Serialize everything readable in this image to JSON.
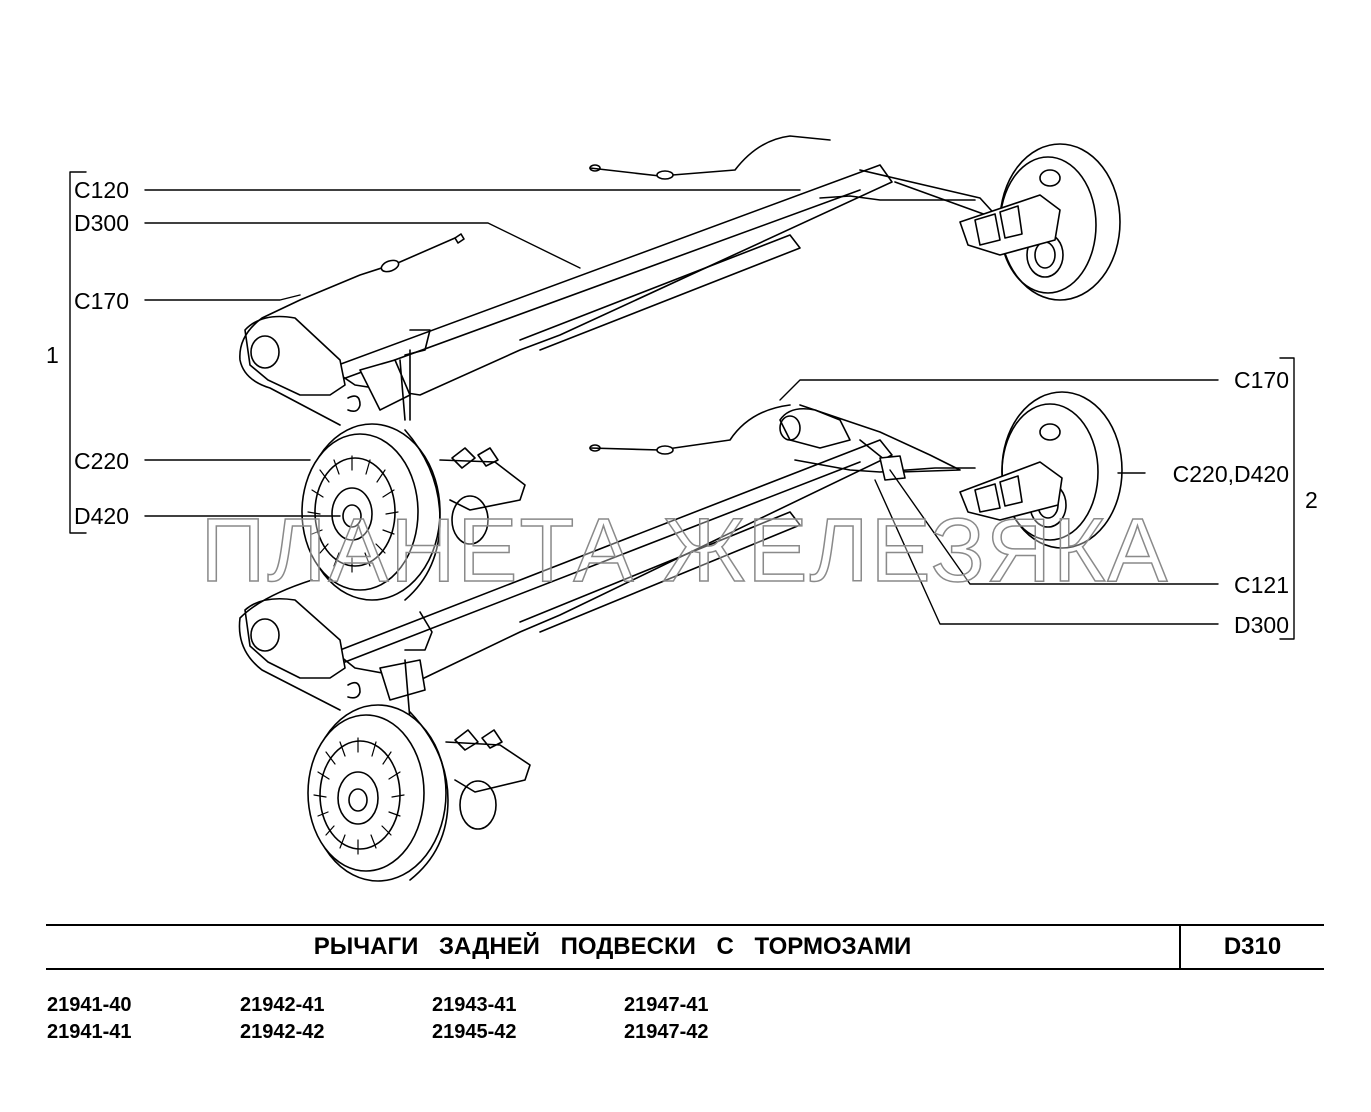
{
  "callouts_left": [
    "C120",
    "D300",
    "C170",
    "C220",
    "D420"
  ],
  "callouts_right": [
    "C170",
    "C220,D420",
    "C121",
    "D300"
  ],
  "group_left": "1",
  "group_right": "2",
  "watermark": "ПЛАНЕТА ЖЕЛЕЗЯКА",
  "title": "РЫЧАГИ ЗАДНЕЙ ПОДВЕСКИ С ТОРМОЗАМИ",
  "code": "D310",
  "models": [
    "21941-40",
    "21941-41",
    "21942-41",
    "21942-42",
    "21943-41",
    "21945-42",
    "21947-41",
    "21947-42"
  ]
}
